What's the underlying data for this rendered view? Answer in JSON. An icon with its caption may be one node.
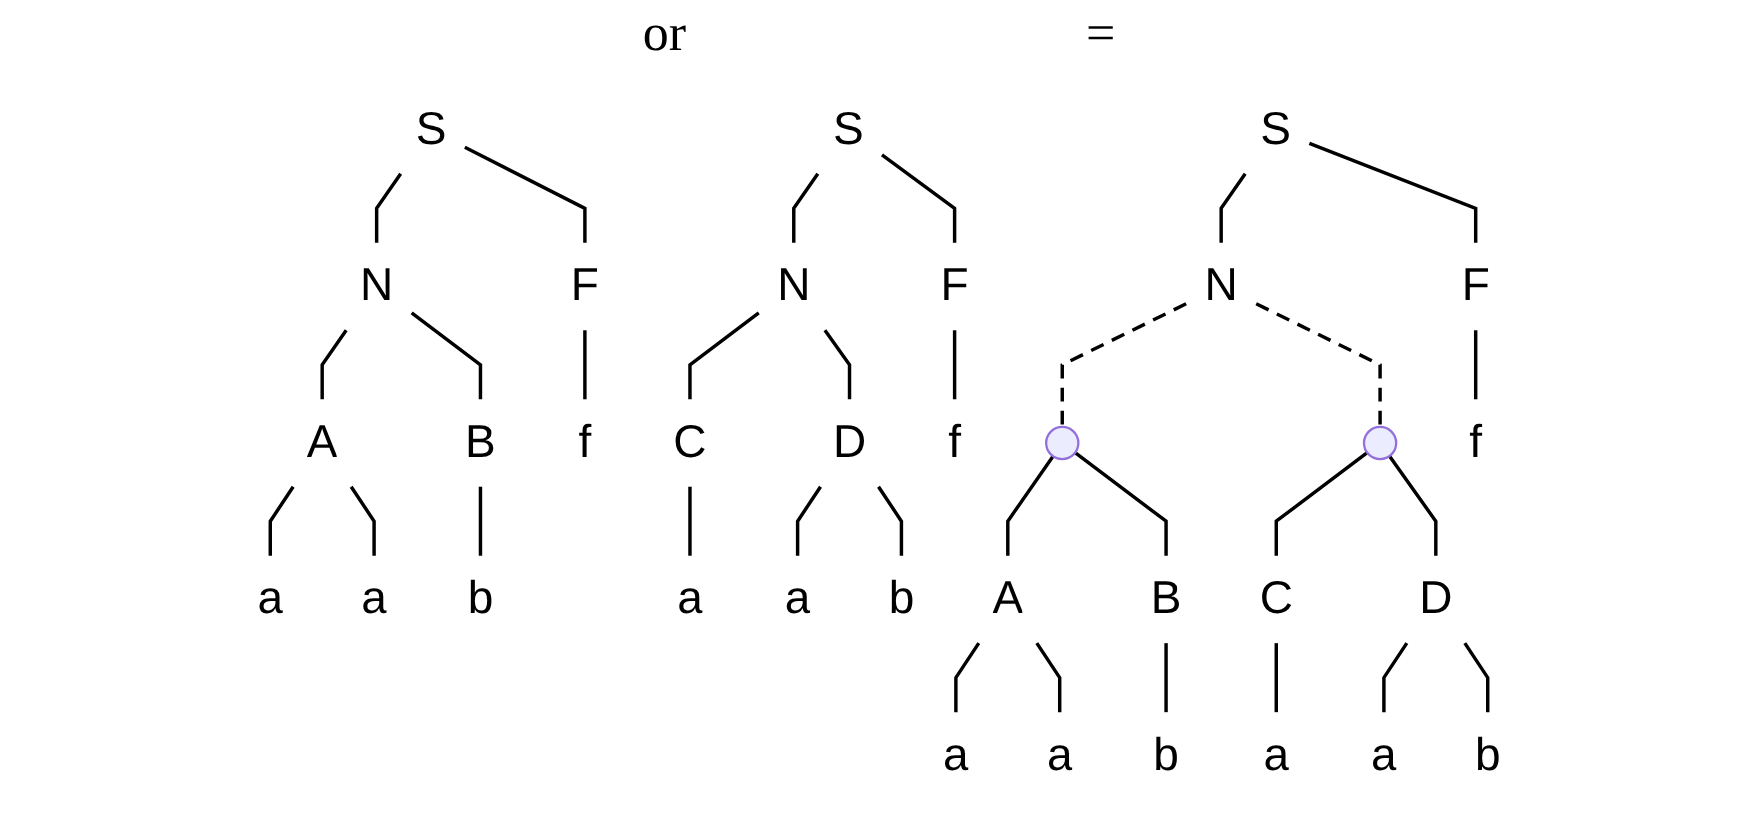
{
  "diagram": {
    "nodes": [
      {
        "text": [
          "S"
        ]
      },
      {
        "text": [
          "N"
        ]
      },
      {
        "text": [
          "F"
        ]
      },
      {
        "text": [
          "A"
        ]
      },
      {
        "text": [
          "B"
        ]
      },
      {
        "text": [
          "a"
        ]
      },
      {
        "text": [
          "a"
        ]
      },
      {
        "text": [
          "b"
        ]
      },
      {
        "text": [
          "f"
        ]
      },
      {
        "text": [
          "S"
        ]
      },
      {
        "text": [
          "N"
        ]
      },
      {
        "text": [
          "F"
        ]
      },
      {
        "text": [
          "C"
        ]
      },
      {
        "text": [
          "D"
        ]
      },
      {
        "text": [
          "a"
        ]
      },
      {
        "text": [
          "a"
        ]
      },
      {
        "text": [
          "b"
        ]
      },
      {
        "text": [
          "f"
        ]
      },
      {
        "text": [
          "S"
        ]
      },
      {
        "text": [
          "N"
        ]
      },
      {
        "text": [
          "F"
        ]
      },
      {
        "text": [],
        "shape": "point"
      },
      {
        "text": [],
        "shape": "point"
      },
      {
        "text": [
          "A"
        ]
      },
      {
        "text": [
          "B"
        ]
      },
      {
        "text": [
          "C"
        ]
      },
      {
        "text": [
          "D"
        ]
      },
      {
        "text": [
          "a"
        ]
      },
      {
        "text": [
          "a"
        ]
      },
      {
        "text": [
          "b"
        ]
      },
      {
        "text": [
          "a"
        ]
      },
      {
        "text": [
          "a"
        ]
      },
      {
        "text": [
          "b"
        ]
      },
      {
        "text": [
          "f"
        ]
      }
    ],
    "edges": [
      {
        "from": 0,
        "to": 1,
        "arrow": "none"
      },
      {
        "from": 0,
        "to": 2,
        "arrow": "none"
      },
      {
        "from": 1,
        "to": 3,
        "arrow": "none"
      },
      {
        "from": 1,
        "to": 4,
        "arrow": "none"
      },
      {
        "from": 3,
        "to": 5,
        "arrow": "none"
      },
      {
        "from": 3,
        "to": 6,
        "arrow": "none"
      },
      {
        "from": 4,
        "to": 7,
        "arrow": "none"
      },
      {
        "from": 2,
        "to": 8,
        "arrow": "none"
      },
      {
        "from": 9,
        "to": 10,
        "arrow": "none"
      },
      {
        "from": 9,
        "to": 11,
        "arrow": "none"
      },
      {
        "from": 10,
        "to": 12,
        "arrow": "none"
      },
      {
        "from": 10,
        "to": 13,
        "arrow": "none"
      },
      {
        "from": 12,
        "to": 14,
        "arrow": "none"
      },
      {
        "from": 13,
        "to": 15,
        "arrow": "none"
      },
      {
        "from": 13,
        "to": 16,
        "arrow": "none"
      },
      {
        "from": 11,
        "to": 17,
        "arrow": "none"
      },
      {
        "from": 18,
        "to": 19,
        "arrow": "none"
      },
      {
        "from": 18,
        "to": 20,
        "arrow": "none"
      },
      {
        "from": 19,
        "to": 21,
        "arrow": "none",
        "style": "dashed"
      },
      {
        "from": 19,
        "to": 22,
        "arrow": "none",
        "style": "dashed"
      },
      {
        "from": 21,
        "to": 23,
        "arrow": "none"
      },
      {
        "from": 21,
        "to": 24,
        "arrow": "none"
      },
      {
        "from": 22,
        "to": 25,
        "arrow": "none"
      },
      {
        "from": 22,
        "to": 26,
        "arrow": "none"
      },
      {
        "from": 23,
        "to": 27,
        "arrow": "none"
      },
      {
        "from": 23,
        "to": 28,
        "arrow": "none"
      },
      {
        "from": 24,
        "to": 29,
        "arrow": "none"
      },
      {
        "from": 25,
        "to": 30,
        "arrow": "none"
      },
      {
        "from": 26,
        "to": 31,
        "arrow": "none"
      },
      {
        "from": 26,
        "to": 32,
        "arrow": "none"
      },
      {
        "from": 20,
        "to": 33,
        "arrow": "none"
      }
    ],
    "labels": [
      "or",
      "="
    ]
  }
}
